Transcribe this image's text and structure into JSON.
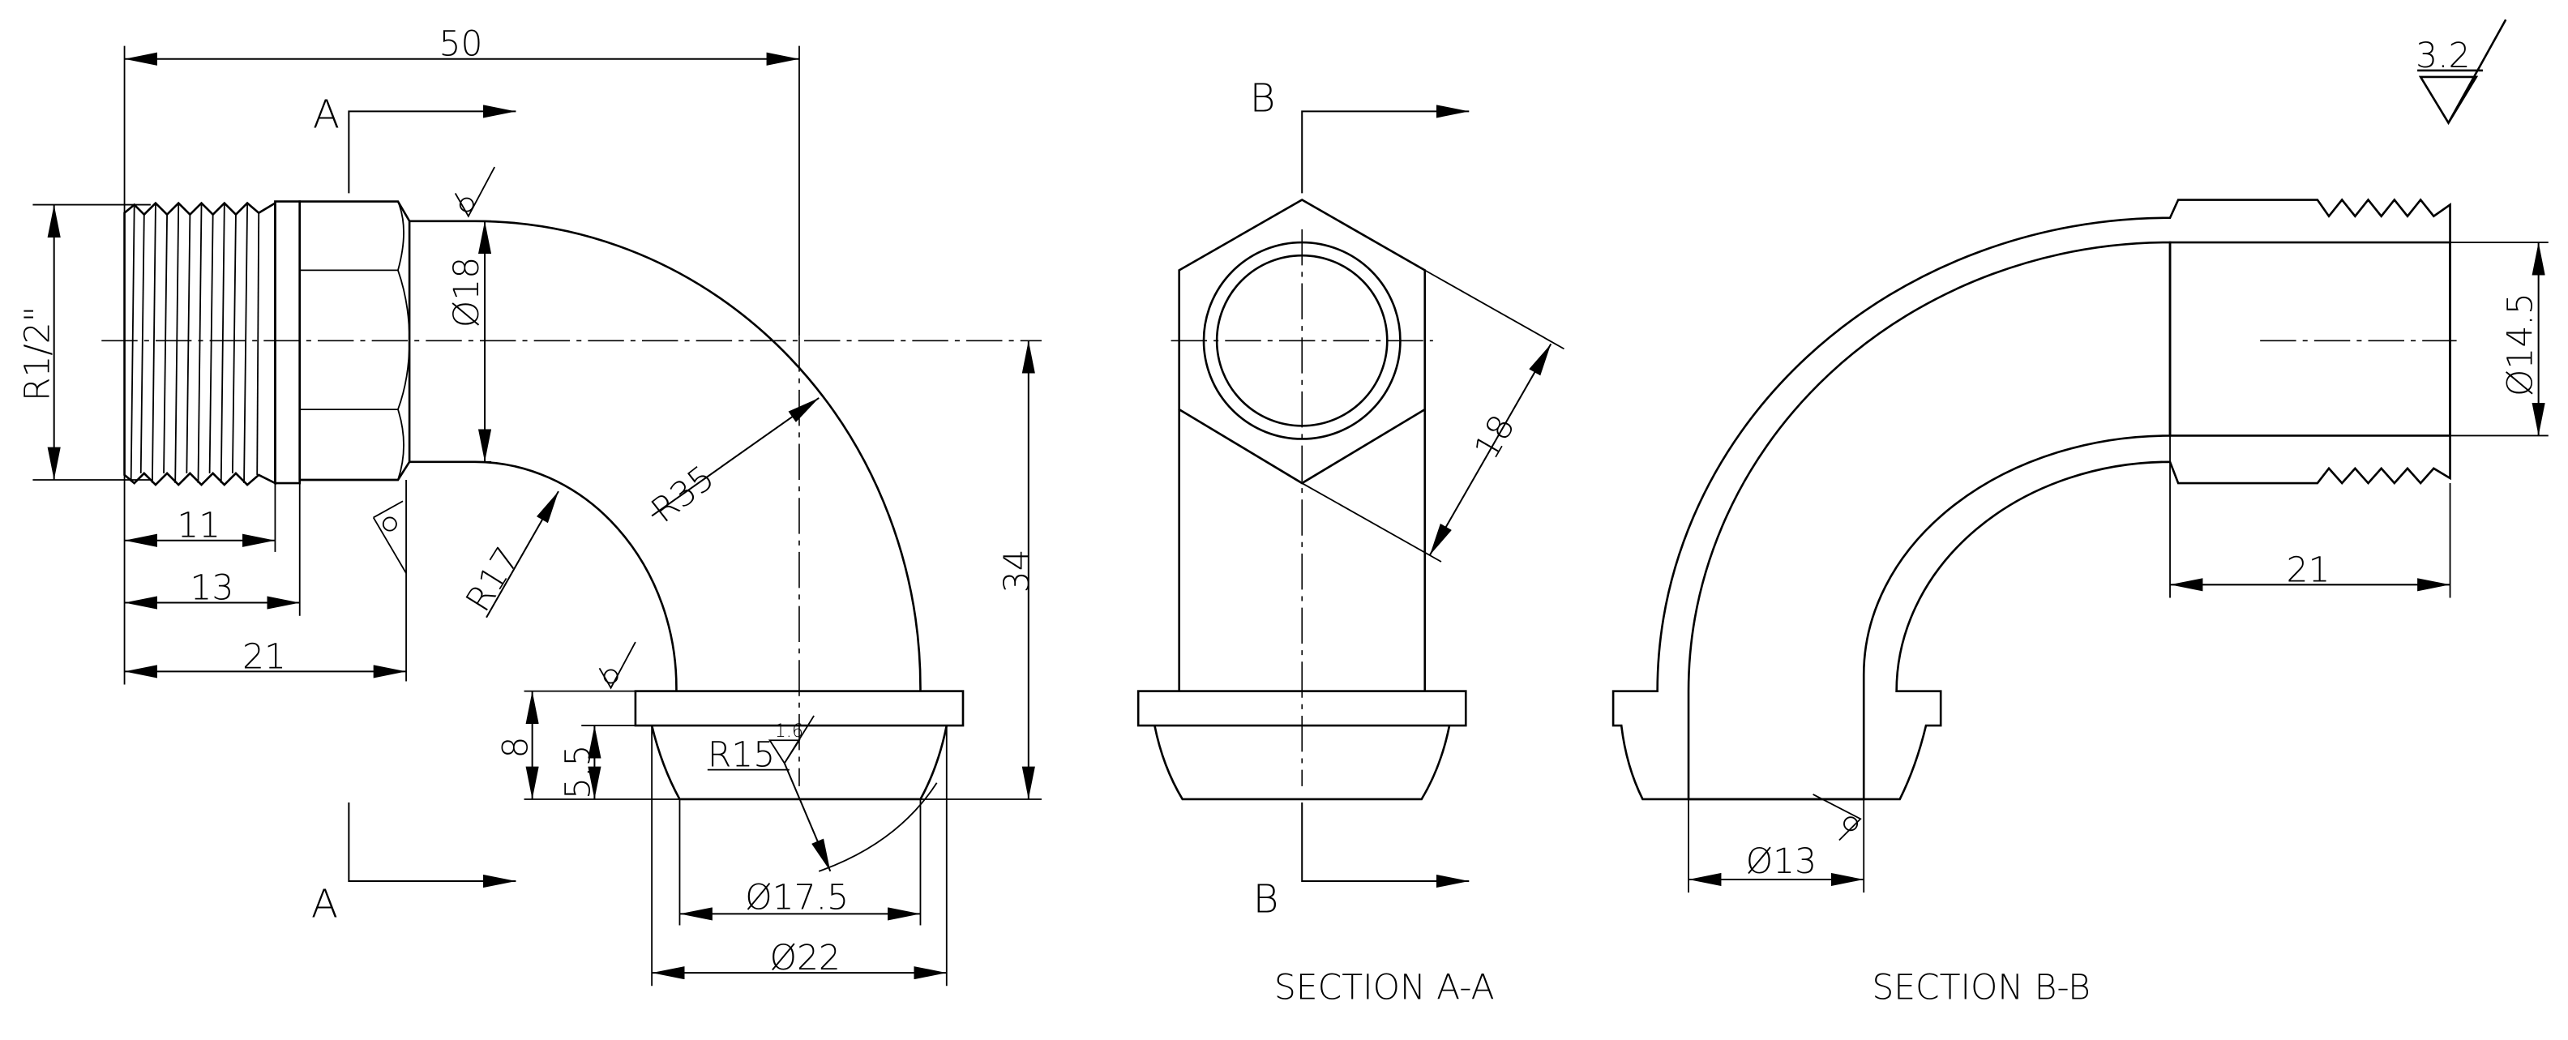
{
  "drawing": {
    "front_view": {
      "dim_overall_length": "50",
      "dim_thread": "R1/2\"",
      "dim_bore_dia": "Ø18",
      "dim_outer_radius": "R35",
      "dim_inner_radius": "R17",
      "dim_dome_radius": "R15",
      "roughness_dome": "1.6",
      "dim_height": "34",
      "dim_flange_height": "8",
      "dim_dome_height": "5.5",
      "dim_thread_length": "11",
      "dim_collar_length": "13",
      "dim_hex_length": "21",
      "dim_inner_dia": "Ø17.5",
      "dim_flange_dia": "Ø22",
      "section_label_top": "A",
      "section_label_bottom": "A"
    },
    "section_a": {
      "title": "SECTION A-A",
      "dim_hex_flats": "18",
      "section_label_top": "B",
      "section_label_bottom": "B"
    },
    "section_b": {
      "title": "SECTION B-B",
      "dim_bore_dia": "Ø14.5",
      "dim_bore_length": "21",
      "dim_outlet_dia": "Ø13"
    },
    "general_roughness": "3.2"
  }
}
